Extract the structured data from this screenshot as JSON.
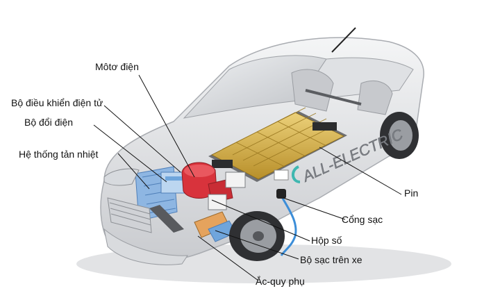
{
  "labels": {
    "motor": "Môtơ điện",
    "controller": "Bộ điều khiển điện tử",
    "inverter": "Bộ đổi điện",
    "cooling": "Hệ thống tản nhiệt",
    "battery": "Pin",
    "charge_port": "Cổng sạc",
    "gearbox": "Hộp số",
    "onboard_charger": "Bộ sạc trên xe",
    "aux_battery": "Ắc-quy phụ"
  },
  "car_badge": "ALL-ELECTRIC",
  "colors": {
    "battery_cells": "#d8b24a",
    "motor_red": "#d8333c",
    "cooling_blue": "#6fa5dc",
    "car_body": "#e9eaec",
    "leader_line": "#111111"
  }
}
